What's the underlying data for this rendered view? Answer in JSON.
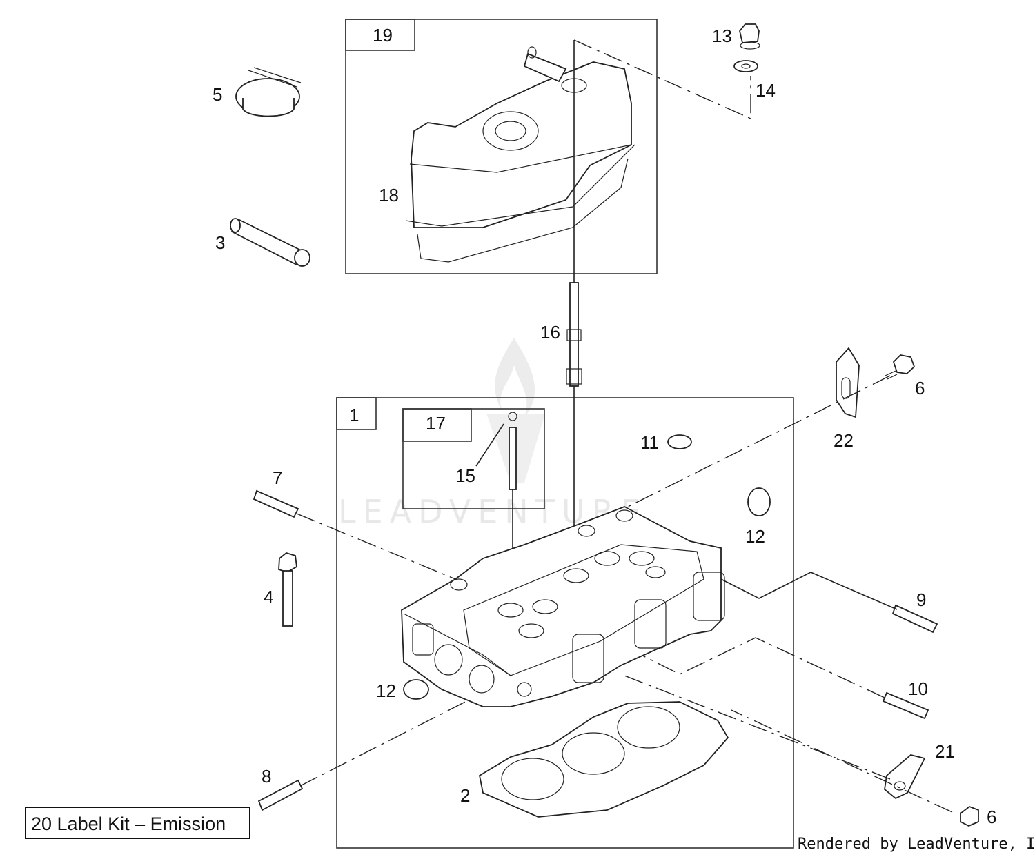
{
  "callouts": {
    "c1": "1",
    "c2": "2",
    "c3": "3",
    "c4": "4",
    "c5": "5",
    "c6a": "6",
    "c6b": "6",
    "c7": "7",
    "c8": "8",
    "c9": "9",
    "c10": "10",
    "c11": "11",
    "c12a": "12",
    "c12b": "12",
    "c13": "13",
    "c14": "14",
    "c15": "15",
    "c16": "16",
    "c17": "17",
    "c18": "18",
    "c19": "19",
    "c21": "21",
    "c22": "22"
  },
  "kit_label": "20 Label Kit – Emission",
  "watermark": "LEADVENTURE",
  "credit": "Rendered by LeadVenture, Inc."
}
